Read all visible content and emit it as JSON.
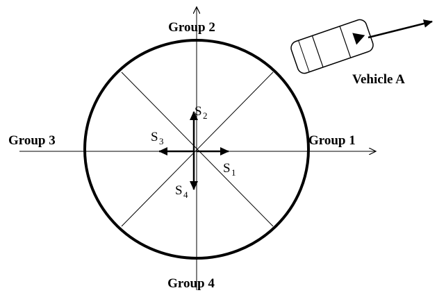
{
  "groups": {
    "group1": "Group 1",
    "group2": "Group 2",
    "group3": "Group 3",
    "group4": "Group 4"
  },
  "vehicle": {
    "label": "Vehicle A"
  },
  "sectors": [
    {
      "symbol": "S",
      "index": "1"
    },
    {
      "symbol": "S",
      "index": "2"
    },
    {
      "symbol": "S",
      "index": "3"
    },
    {
      "symbol": "S",
      "index": "4"
    }
  ],
  "colors": {
    "stroke": "#000000",
    "background": "#ffffff"
  }
}
